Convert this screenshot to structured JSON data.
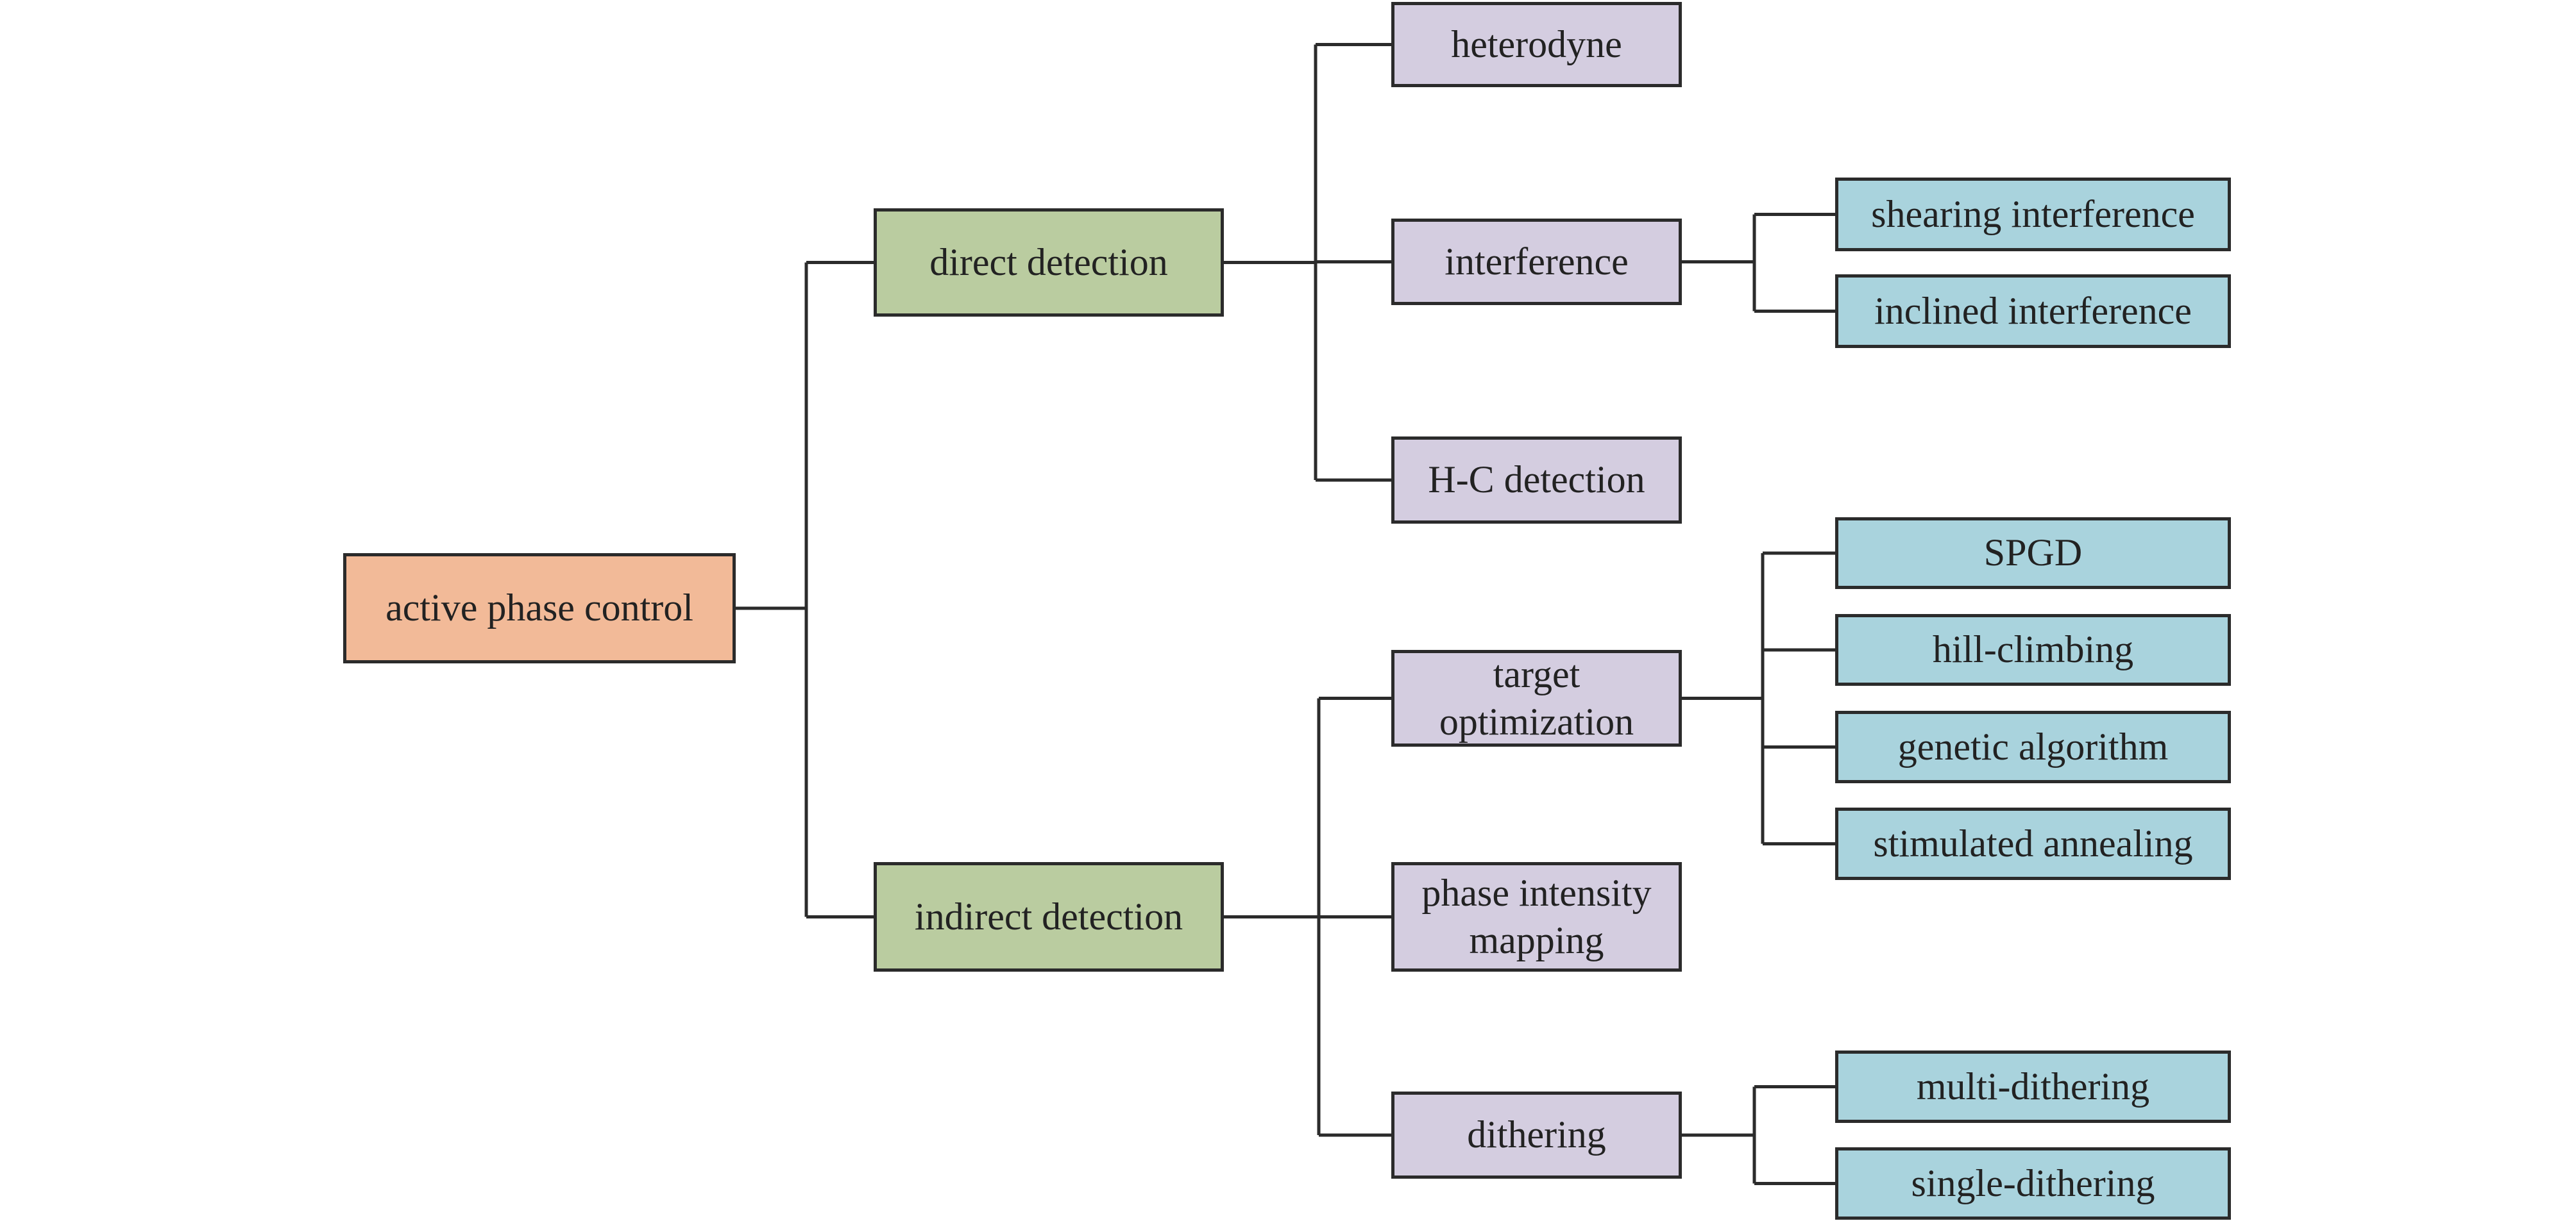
{
  "diagram": {
    "type": "tree",
    "colors": {
      "root": "#F2BA98",
      "level1": "#BACCA0",
      "level2": "#D4CDE0",
      "level3": "#A9D3DD",
      "line": "#2b2b2b"
    },
    "root": {
      "id": "root",
      "label": "active phase control"
    },
    "nodes": [
      {
        "id": "direct",
        "label": "direct detection",
        "parent": "root",
        "level": 1
      },
      {
        "id": "indirect",
        "label": "indirect detection",
        "parent": "root",
        "level": 1
      },
      {
        "id": "heterodyne",
        "label": "heterodyne",
        "parent": "direct",
        "level": 2
      },
      {
        "id": "interference",
        "label": "interference",
        "parent": "direct",
        "level": 2
      },
      {
        "id": "hc",
        "label": "H-C detection",
        "parent": "direct",
        "level": 2
      },
      {
        "id": "target",
        "label": "target\noptimization",
        "parent": "indirect",
        "level": 2
      },
      {
        "id": "pim",
        "label": "phase intensity\nmapping",
        "parent": "indirect",
        "level": 2
      },
      {
        "id": "dithering",
        "label": "dithering",
        "parent": "indirect",
        "level": 2
      },
      {
        "id": "shearing",
        "label": "shearing interference",
        "parent": "interference",
        "level": 3
      },
      {
        "id": "inclined",
        "label": "inclined interference",
        "parent": "interference",
        "level": 3
      },
      {
        "id": "spgd",
        "label": "SPGD",
        "parent": "target",
        "level": 3
      },
      {
        "id": "hill",
        "label": "hill-climbing",
        "parent": "target",
        "level": 3
      },
      {
        "id": "genetic",
        "label": "genetic algorithm",
        "parent": "target",
        "level": 3
      },
      {
        "id": "annealing",
        "label": "stimulated annealing",
        "parent": "target",
        "level": 3
      },
      {
        "id": "multi",
        "label": "multi-dithering",
        "parent": "dithering",
        "level": 3
      },
      {
        "id": "single",
        "label": "single-dithering",
        "parent": "dithering",
        "level": 3
      }
    ]
  }
}
